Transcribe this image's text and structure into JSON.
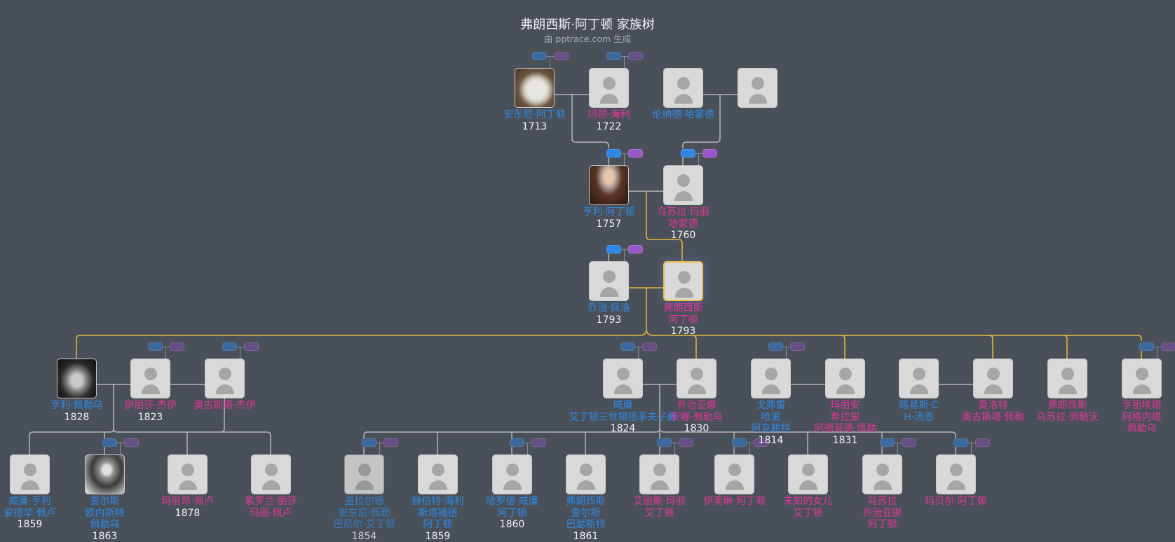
{
  "header": {
    "title": "弗朗西斯·阿丁顿 家族树",
    "subtitle": "由 pptrace.com 生成"
  },
  "colors": {
    "male": "#2e8ae6",
    "female": "#e0379b",
    "focus_line": "#e9b83a",
    "line": "#b5b5b5",
    "background": "#4a5059"
  },
  "people": [
    {
      "name": [
        "安东尼·阿丁顿"
      ],
      "year": "1713",
      "gender": "m",
      "photo": "bust"
    },
    {
      "name": [
        "玛丽·海利"
      ],
      "year": "1722",
      "gender": "f"
    },
    {
      "name": [
        "伦纳德·哈蒙德"
      ],
      "gender": "m"
    },
    {
      "name": [],
      "gender": "m"
    },
    {
      "name": [
        "亨利·阿丁顿"
      ],
      "year": "1757",
      "gender": "m",
      "photo": "portrait"
    },
    {
      "name": [
        "乌苏拉·玛丽",
        "哈蒙德"
      ],
      "year": "1760",
      "gender": "f"
    },
    {
      "name": [
        "乔治·佩洛"
      ],
      "year": "1793",
      "gender": "m"
    },
    {
      "name": [
        "弗朗西斯",
        "阿丁顿"
      ],
      "year": "1793",
      "gender": "f",
      "focus": true
    },
    {
      "name": [
        "亨利·佩勒乌"
      ],
      "year": "1828",
      "gender": "m",
      "photo": "skull"
    },
    {
      "name": [
        "伊丽莎·杰伊"
      ],
      "year": "1823",
      "gender": "f"
    },
    {
      "name": [
        "奥古斯塔·杰伊"
      ],
      "gender": "f"
    },
    {
      "name": [
        "威廉",
        "艾丁顿三世锡德茅夫子爵"
      ],
      "year": "1824",
      "gender": "m"
    },
    {
      "name": [
        "乔治亚娜",
        "安娜·佩勒乌"
      ],
      "year": "1830",
      "gender": "f"
    },
    {
      "name": [
        "戈弗雷",
        "哈里",
        "阿克赖特"
      ],
      "year": "1814",
      "gender": "m"
    },
    {
      "name": [
        "玛丽安",
        "希拉里",
        "阿德莱德·佩勒"
      ],
      "year": "1831",
      "gender": "f"
    },
    {
      "name": [
        "路易斯·C",
        "H·汤恩"
      ],
      "gender": "m"
    },
    {
      "name": [
        "夏洛特",
        "奥古斯塔·佩勒"
      ],
      "gender": "f"
    },
    {
      "name": [
        "弗朗西斯",
        "乌苏拉·佩勒沃"
      ],
      "gender": "f"
    },
    {
      "name": [
        "亨丽埃塔",
        "阿格内塔",
        "佩勒乌"
      ],
      "gender": "f"
    },
    {
      "name": [
        "威廉·亨利",
        "爱德华·佩卢"
      ],
      "year": "1859",
      "gender": "m"
    },
    {
      "name": [
        "查尔斯",
        "欧内斯特",
        "佩勒乌"
      ],
      "year": "1863",
      "gender": "m",
      "photo": "old"
    },
    {
      "name": [
        "玛丽昂·佩卢"
      ],
      "year": "1878",
      "gender": "f"
    },
    {
      "name": [
        "紫罗兰·丽莎",
        "玛丽·佩卢"
      ],
      "gender": "f"
    },
    {
      "name": [
        "盖拉尔德",
        "安东尼·佩勒",
        "巴尼尔·艾丁顿"
      ],
      "year": "1854",
      "gender": "m",
      "faded": true
    },
    {
      "name": [
        "赫伯特·海利",
        "斯塔福德",
        "阿丁顿"
      ],
      "year": "1859",
      "gender": "m"
    },
    {
      "name": [
        "哈罗德·威廉",
        "阿丁顿"
      ],
      "year": "1860",
      "gender": "m"
    },
    {
      "name": [
        "弗朗西斯",
        "查尔斯",
        "巴瑟斯特"
      ],
      "year": "1861",
      "gender": "m"
    },
    {
      "name": [
        "艾丽斯·玛丽",
        "艾丁顿"
      ],
      "gender": "f"
    },
    {
      "name": [
        "伊芙琳·阿丁顿"
      ],
      "gender": "f"
    },
    {
      "name": [
        "未知的女儿",
        "艾丁顿"
      ],
      "gender": "f"
    },
    {
      "name": [
        "乌苏拉",
        "乔治亚娜",
        "阿丁顿"
      ],
      "gender": "f"
    },
    {
      "name": [
        "玛贝尔·阿丁顿"
      ],
      "gender": "f"
    }
  ]
}
